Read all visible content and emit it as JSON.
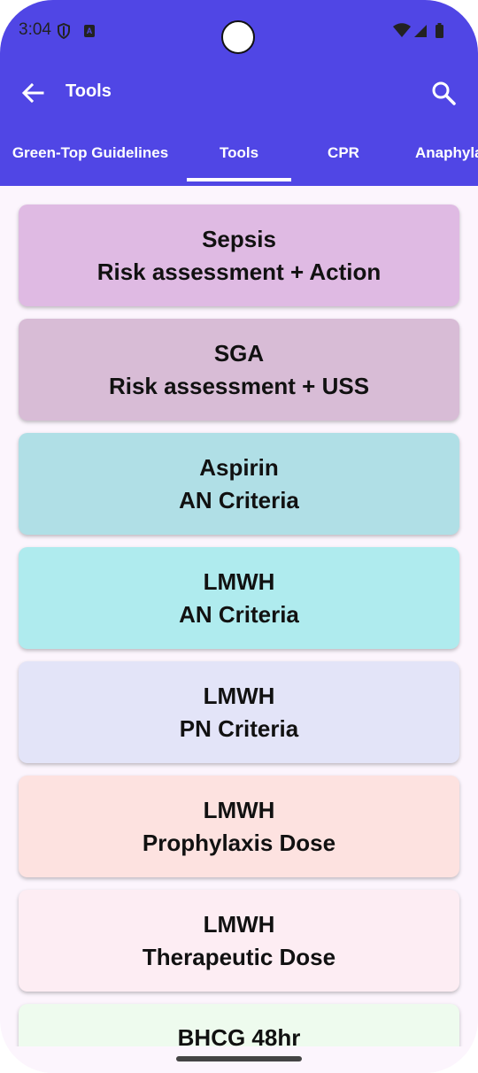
{
  "status_bar": {
    "time": "3:04",
    "icons": [
      "shield-icon",
      "a-badge-icon",
      "wifi-icon",
      "signal-icon",
      "battery-icon"
    ]
  },
  "toolbar": {
    "title": "Tools",
    "back_icon": "arrow-back-icon",
    "search_icon": "search-icon"
  },
  "tabs": [
    {
      "label": "Green-Top Guidelines",
      "selected": false
    },
    {
      "label": "Tools",
      "selected": true
    },
    {
      "label": "CPR",
      "selected": false
    },
    {
      "label": "Anaphyla",
      "selected": false
    }
  ],
  "colors": {
    "primary": "#5046e5",
    "background": "#fcf5fd"
  },
  "cards": [
    {
      "line1": "Sepsis",
      "line2": "Risk assessment + Action",
      "color": "#dfbae3"
    },
    {
      "line1": "SGA",
      "line2": "Risk assessment + USS",
      "color": "#d8bcd6"
    },
    {
      "line1": "Aspirin",
      "line2": "AN Criteria",
      "color": "#b0dfe6"
    },
    {
      "line1": "LMWH",
      "line2": "AN Criteria",
      "color": "#afebee"
    },
    {
      "line1": "LMWH",
      "line2": "PN Criteria",
      "color": "#e3e4f8"
    },
    {
      "line1": "LMWH",
      "line2": "Prophylaxis Dose",
      "color": "#fde2e0"
    },
    {
      "line1": "LMWH",
      "line2": "Therapeutic Dose",
      "color": "#fdedf3"
    },
    {
      "line1": "BHCG 48hr",
      "line2": "",
      "color": "#eefbee"
    }
  ]
}
